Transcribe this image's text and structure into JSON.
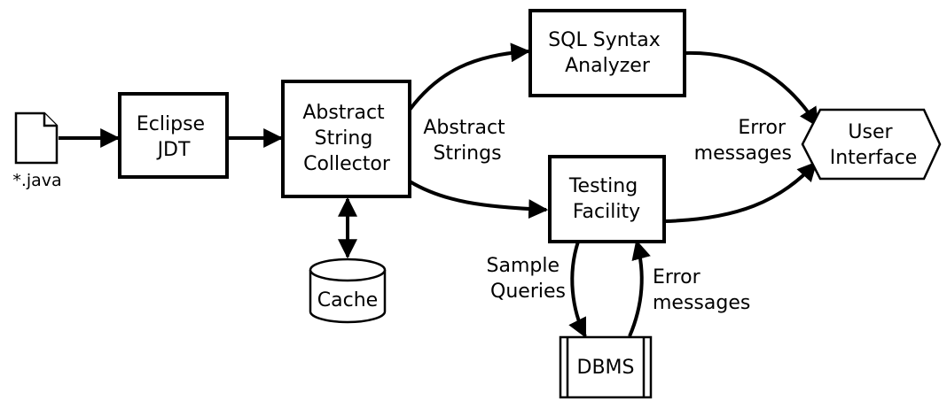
{
  "nodes": {
    "java_file": {
      "label": "*.java"
    },
    "eclipse_jdt": {
      "lines": [
        "Eclipse",
        "JDT"
      ]
    },
    "string_collector": {
      "lines": [
        "Abstract",
        "String",
        "Collector"
      ]
    },
    "cache": {
      "label": "Cache"
    },
    "sql_analyzer": {
      "lines": [
        "SQL Syntax",
        "Analyzer"
      ]
    },
    "testing_facility": {
      "lines": [
        "Testing",
        "Facility"
      ]
    },
    "dbms": {
      "label": "DBMS"
    },
    "user_interface": {
      "lines": [
        "User",
        "Interface"
      ]
    }
  },
  "edge_labels": {
    "abstract_strings": [
      "Abstract",
      "Strings"
    ],
    "error_messages_ui": [
      "Error",
      "messages"
    ],
    "sample_queries": [
      "Sample",
      "Queries"
    ],
    "error_messages_dbms": [
      "Error",
      "messages"
    ]
  }
}
